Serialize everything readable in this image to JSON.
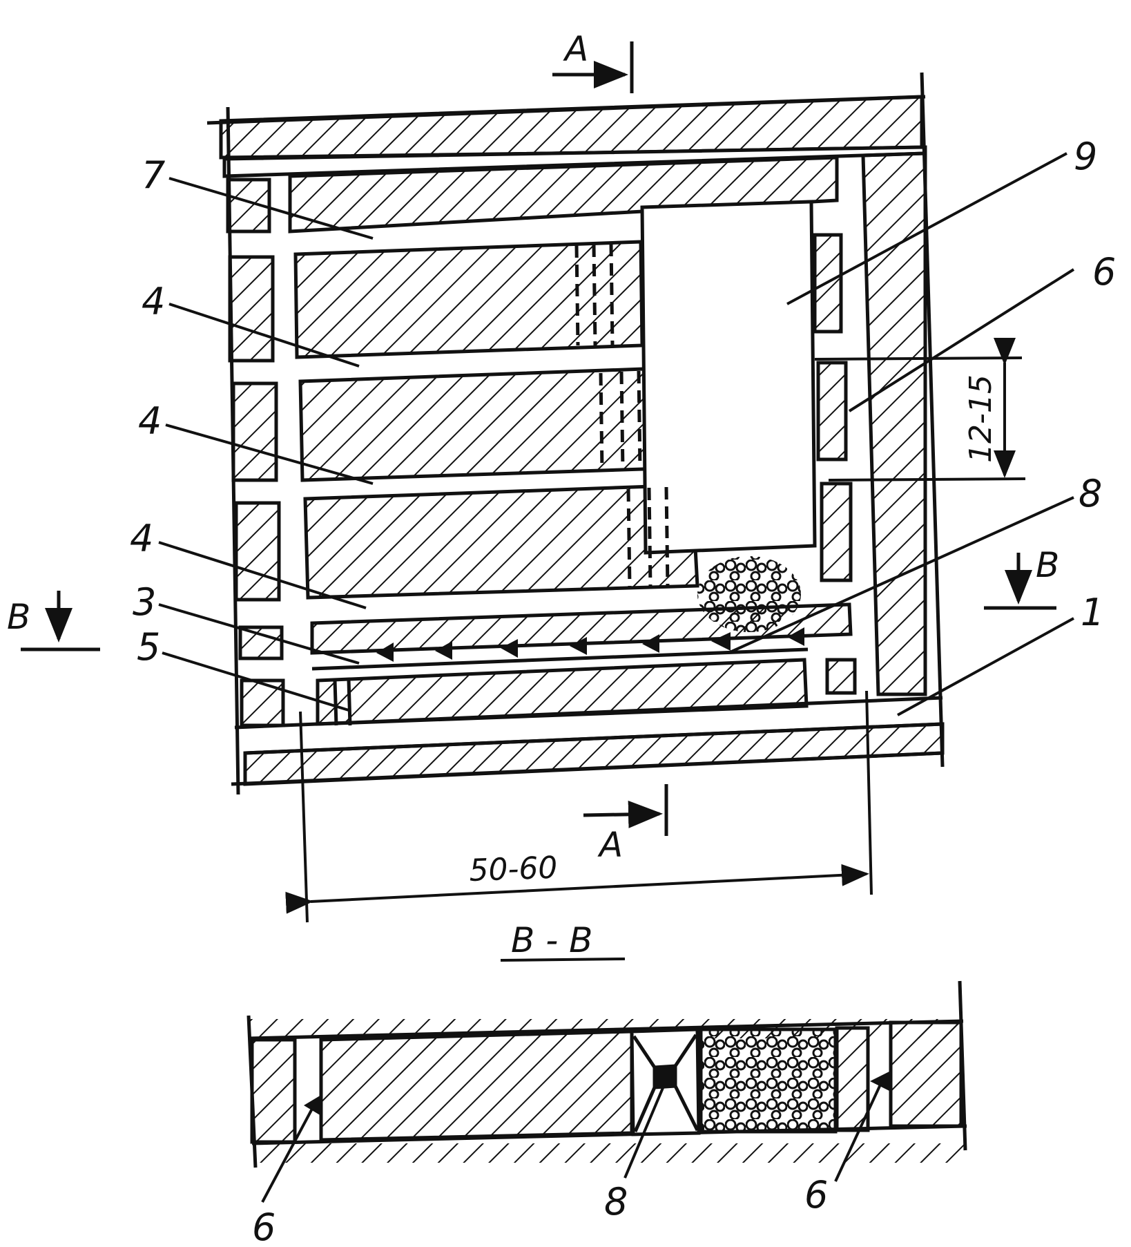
{
  "figure": {
    "colors": {
      "ink": "#111111",
      "paper": "#ffffff"
    },
    "section_marks": {
      "a_top": "A",
      "a_bottom": "A",
      "b_left": "B",
      "b_right": "B"
    },
    "callouts": {
      "n7": "7",
      "n4_upper": "4",
      "n4_middle": "4",
      "n4_lower": "4",
      "n3": "3",
      "n5": "5",
      "n9": "9",
      "n6": "6",
      "n8": "8",
      "n1": "1"
    },
    "dimensions": {
      "width_label": "50-60",
      "height_label": "12-15"
    },
    "section_view": {
      "title": "B - B",
      "callout_6_left": "6",
      "callout_8": "8",
      "callout_6_right": "6"
    }
  }
}
